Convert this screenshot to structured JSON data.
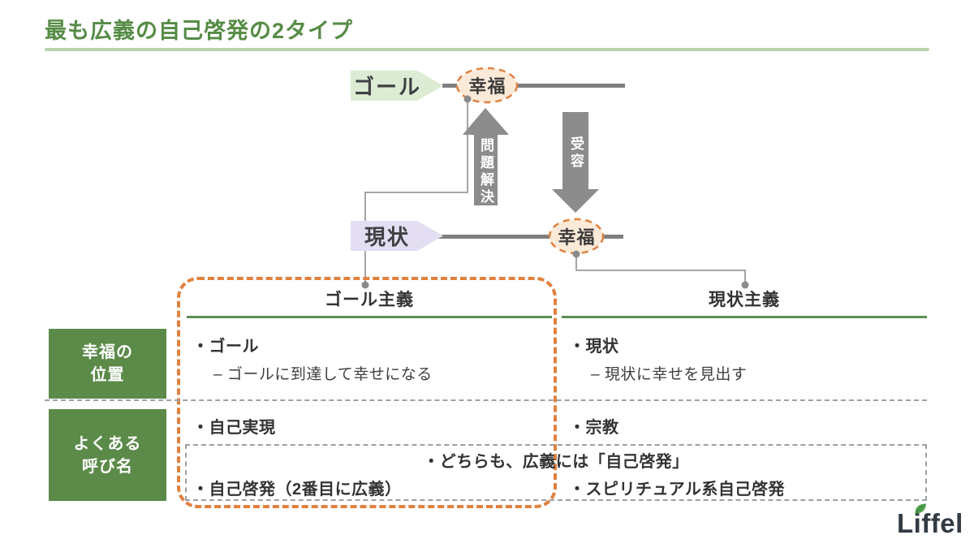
{
  "title": "最も広義の自己啓発の2タイプ",
  "diagram": {
    "goal_label": "ゴール",
    "current_label": "現状",
    "top_happiness": "幸福",
    "bottom_happiness": "幸福",
    "up_arrow_label": "問題解決",
    "down_arrow_label": "受容"
  },
  "table": {
    "goal_column_header": "ゴール主義",
    "current_column_header": "現状主義",
    "rows": [
      {
        "header_line1": "幸福の",
        "header_line2": "位置",
        "goal_item": "・ゴール",
        "goal_sub": "– ゴールに到達して幸せになる",
        "current_item": "・現状",
        "current_sub": "– 現状に幸せを見出す"
      },
      {
        "header_line1": "よくある",
        "header_line2": "呼び名",
        "goal_item": "・自己実現",
        "current_item": "・宗教",
        "shared_note": "・どちらも、広義には「自己啓発」",
        "goal_item2": "・自己啓発（2番目に広義）",
        "current_item2": "・スピリチュアル系自己啓発"
      }
    ]
  },
  "logo": {
    "name": "Liffel"
  },
  "colors": {
    "title_green": "#568c46",
    "title_rule_green": "#b9d2ab",
    "row_header_green": "#5b8a49",
    "header_underline_green": "#5d8f55",
    "goal_pentagon_fill": "#dcebd3",
    "current_pentagon_fill": "#e3def1",
    "ellipse_fill": "#fcead9",
    "orange_accent": "#e0813f",
    "arrow_gray": "#8c8c8c",
    "line_gray": "#7f7f7f",
    "leaf_green": "#4da14b",
    "text_dark": "#333333"
  }
}
